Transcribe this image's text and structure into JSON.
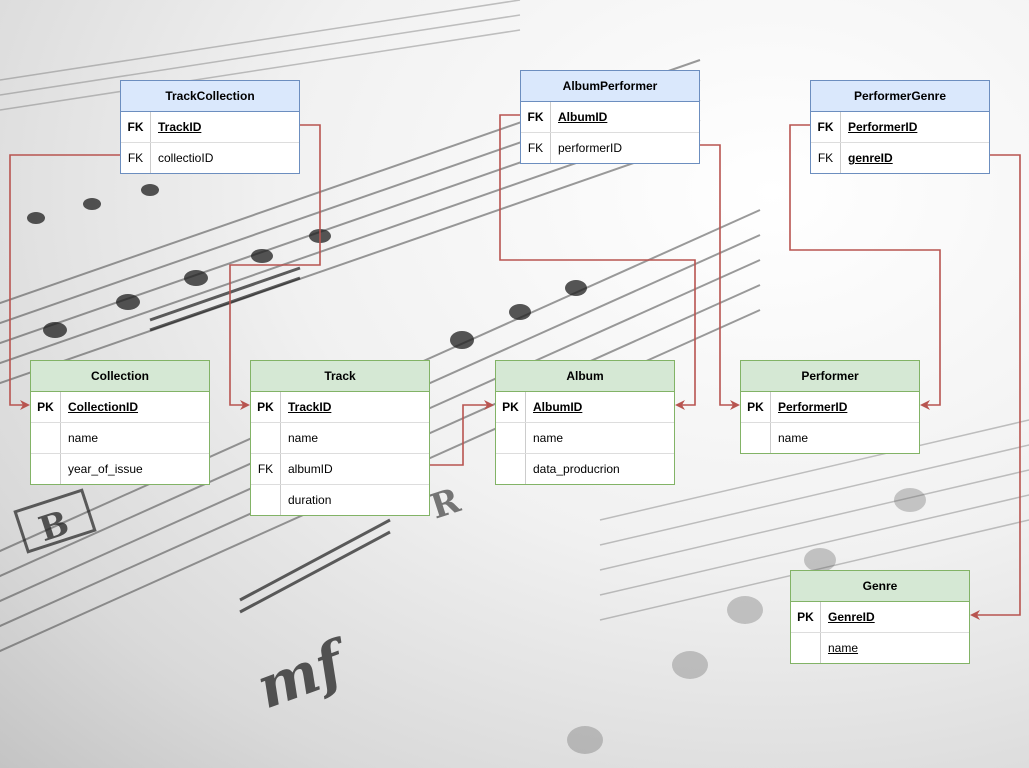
{
  "tables": {
    "track_collection": {
      "title": "TrackCollection",
      "rows": [
        {
          "key": "FK",
          "name": "TrackID"
        },
        {
          "key": "FK",
          "name": "collectioID"
        }
      ]
    },
    "album_performer": {
      "title": "AlbumPerformer",
      "rows": [
        {
          "key": "FK",
          "name": "AlbumID"
        },
        {
          "key": "FK",
          "name": "performerID"
        }
      ]
    },
    "performer_genre": {
      "title": "PerformerGenre",
      "rows": [
        {
          "key": "FK",
          "name": "PerformerID"
        },
        {
          "key": "FK",
          "name": "genreID"
        }
      ]
    },
    "collection": {
      "title": "Collection",
      "rows": [
        {
          "key": "PK",
          "name": "CollectionID"
        },
        {
          "key": "",
          "name": "name"
        },
        {
          "key": "",
          "name": "year_of_issue"
        }
      ]
    },
    "track": {
      "title": "Track",
      "rows": [
        {
          "key": "PK",
          "name": "TrackID"
        },
        {
          "key": "",
          "name": "name"
        },
        {
          "key": "FK",
          "name": "albumID"
        },
        {
          "key": "",
          "name": "duration"
        }
      ]
    },
    "album": {
      "title": "Album",
      "rows": [
        {
          "key": "PK",
          "name": "AlbumID"
        },
        {
          "key": "",
          "name": "name"
        },
        {
          "key": "",
          "name": "data_producrion"
        }
      ]
    },
    "performer": {
      "title": "Performer",
      "rows": [
        {
          "key": "PK",
          "name": "PerformerID"
        },
        {
          "key": "",
          "name": "name"
        }
      ]
    },
    "genre": {
      "title": "Genre",
      "rows": [
        {
          "key": "PK",
          "name": "GenreID"
        },
        {
          "key": "",
          "name": "name"
        }
      ]
    }
  },
  "colors": {
    "join_table": "#dae8fc",
    "entity_table": "#d5e8d4",
    "connector": "#b85450"
  }
}
